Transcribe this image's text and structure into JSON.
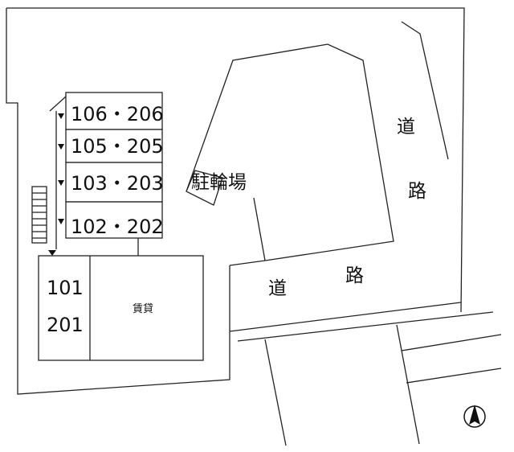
{
  "units": [
    "106・206",
    "105・205",
    "103・203",
    "102・202"
  ],
  "main_building": {
    "room_a": "101",
    "room_b": "201",
    "rental": "賃貸"
  },
  "labels": {
    "bicycle_parking": "駐輪場",
    "road_char_1": "道",
    "road_char_2": "路"
  }
}
